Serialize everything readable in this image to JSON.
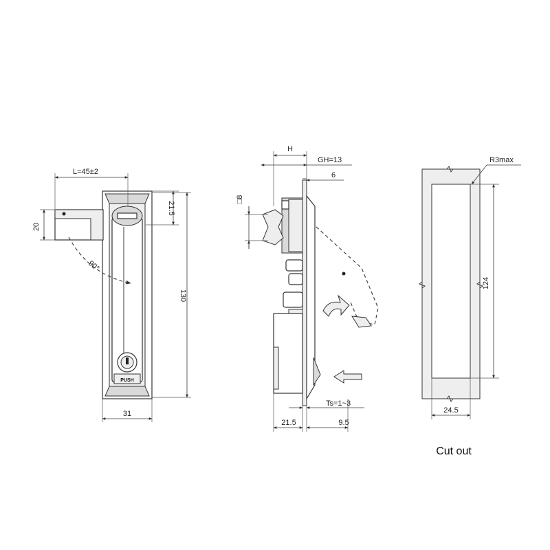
{
  "front_view": {
    "dim_length": "L=45±2",
    "dim_top": "21.5",
    "dim_height": "130",
    "dim_width": "31",
    "dim_handle": "20",
    "dim_angle": "90°",
    "push_label": "PUSH"
  },
  "side_view": {
    "dim_h": "H",
    "dim_gh": "GH=13",
    "dim_6": "6",
    "dim_square": "□8",
    "dim_ts": "Ts=1~3",
    "dim_depth": "21.5",
    "dim_9_5": "9.5"
  },
  "cutout_view": {
    "dim_radius": "R3max",
    "dim_height": "124",
    "dim_width": "24.5",
    "caption": "Cut out"
  }
}
